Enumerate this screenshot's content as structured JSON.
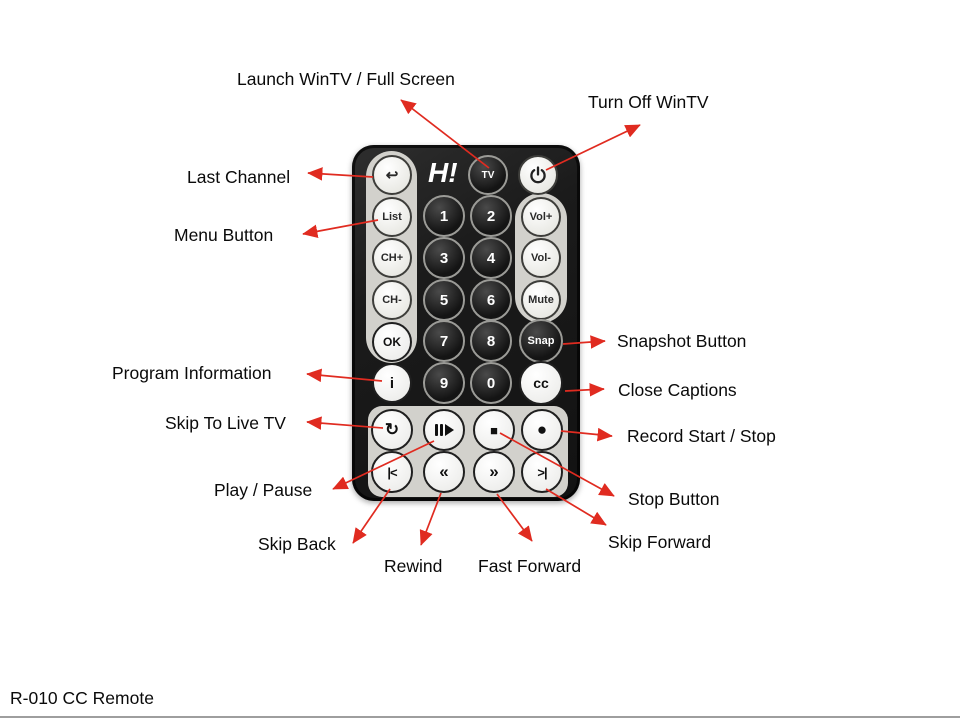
{
  "colors": {
    "arrow": "#e02b20",
    "remote_body": "#1b1b1b",
    "panel": "#d2d1cc",
    "button_light": "#f2f2ee",
    "button_dark": "#161616"
  },
  "footer": {
    "model": "R-010 CC Remote"
  },
  "remote": {
    "brand": "H!",
    "buttons": {
      "last_channel": "↩",
      "tv": "TV",
      "list": "List",
      "ch_plus": "CH+",
      "ch_minus": "CH-",
      "ok": "OK",
      "info": "i",
      "vol_plus": "Vol+",
      "vol_minus": "Vol-",
      "mute": "Mute",
      "snap": "Snap",
      "cc": "cc",
      "digits": [
        "1",
        "2",
        "3",
        "4",
        "5",
        "6",
        "7",
        "8",
        "9",
        "0"
      ],
      "skip_live": "↻",
      "stop": "■",
      "record": "●",
      "skip_back": "|<",
      "rewind": "«",
      "fast_forward": "»",
      "skip_forward": ">|"
    },
    "icons": {
      "power": "power-icon",
      "play_pause": "play-pause-icon"
    }
  },
  "labels": {
    "launch": "Launch WinTV / Full Screen",
    "turn_off": "Turn Off WinTV",
    "last_channel": "Last Channel",
    "menu": "Menu Button",
    "program_info": "Program Information",
    "skip_live": "Skip To Live TV",
    "play_pause": "Play / Pause",
    "skip_back": "Skip Back",
    "rewind": "Rewind",
    "fast_forward": "Fast Forward",
    "skip_forward": "Skip Forward",
    "stop": "Stop Button",
    "record": "Record Start / Stop",
    "close_captions": "Close Captions",
    "snapshot": "Snapshot Button"
  }
}
